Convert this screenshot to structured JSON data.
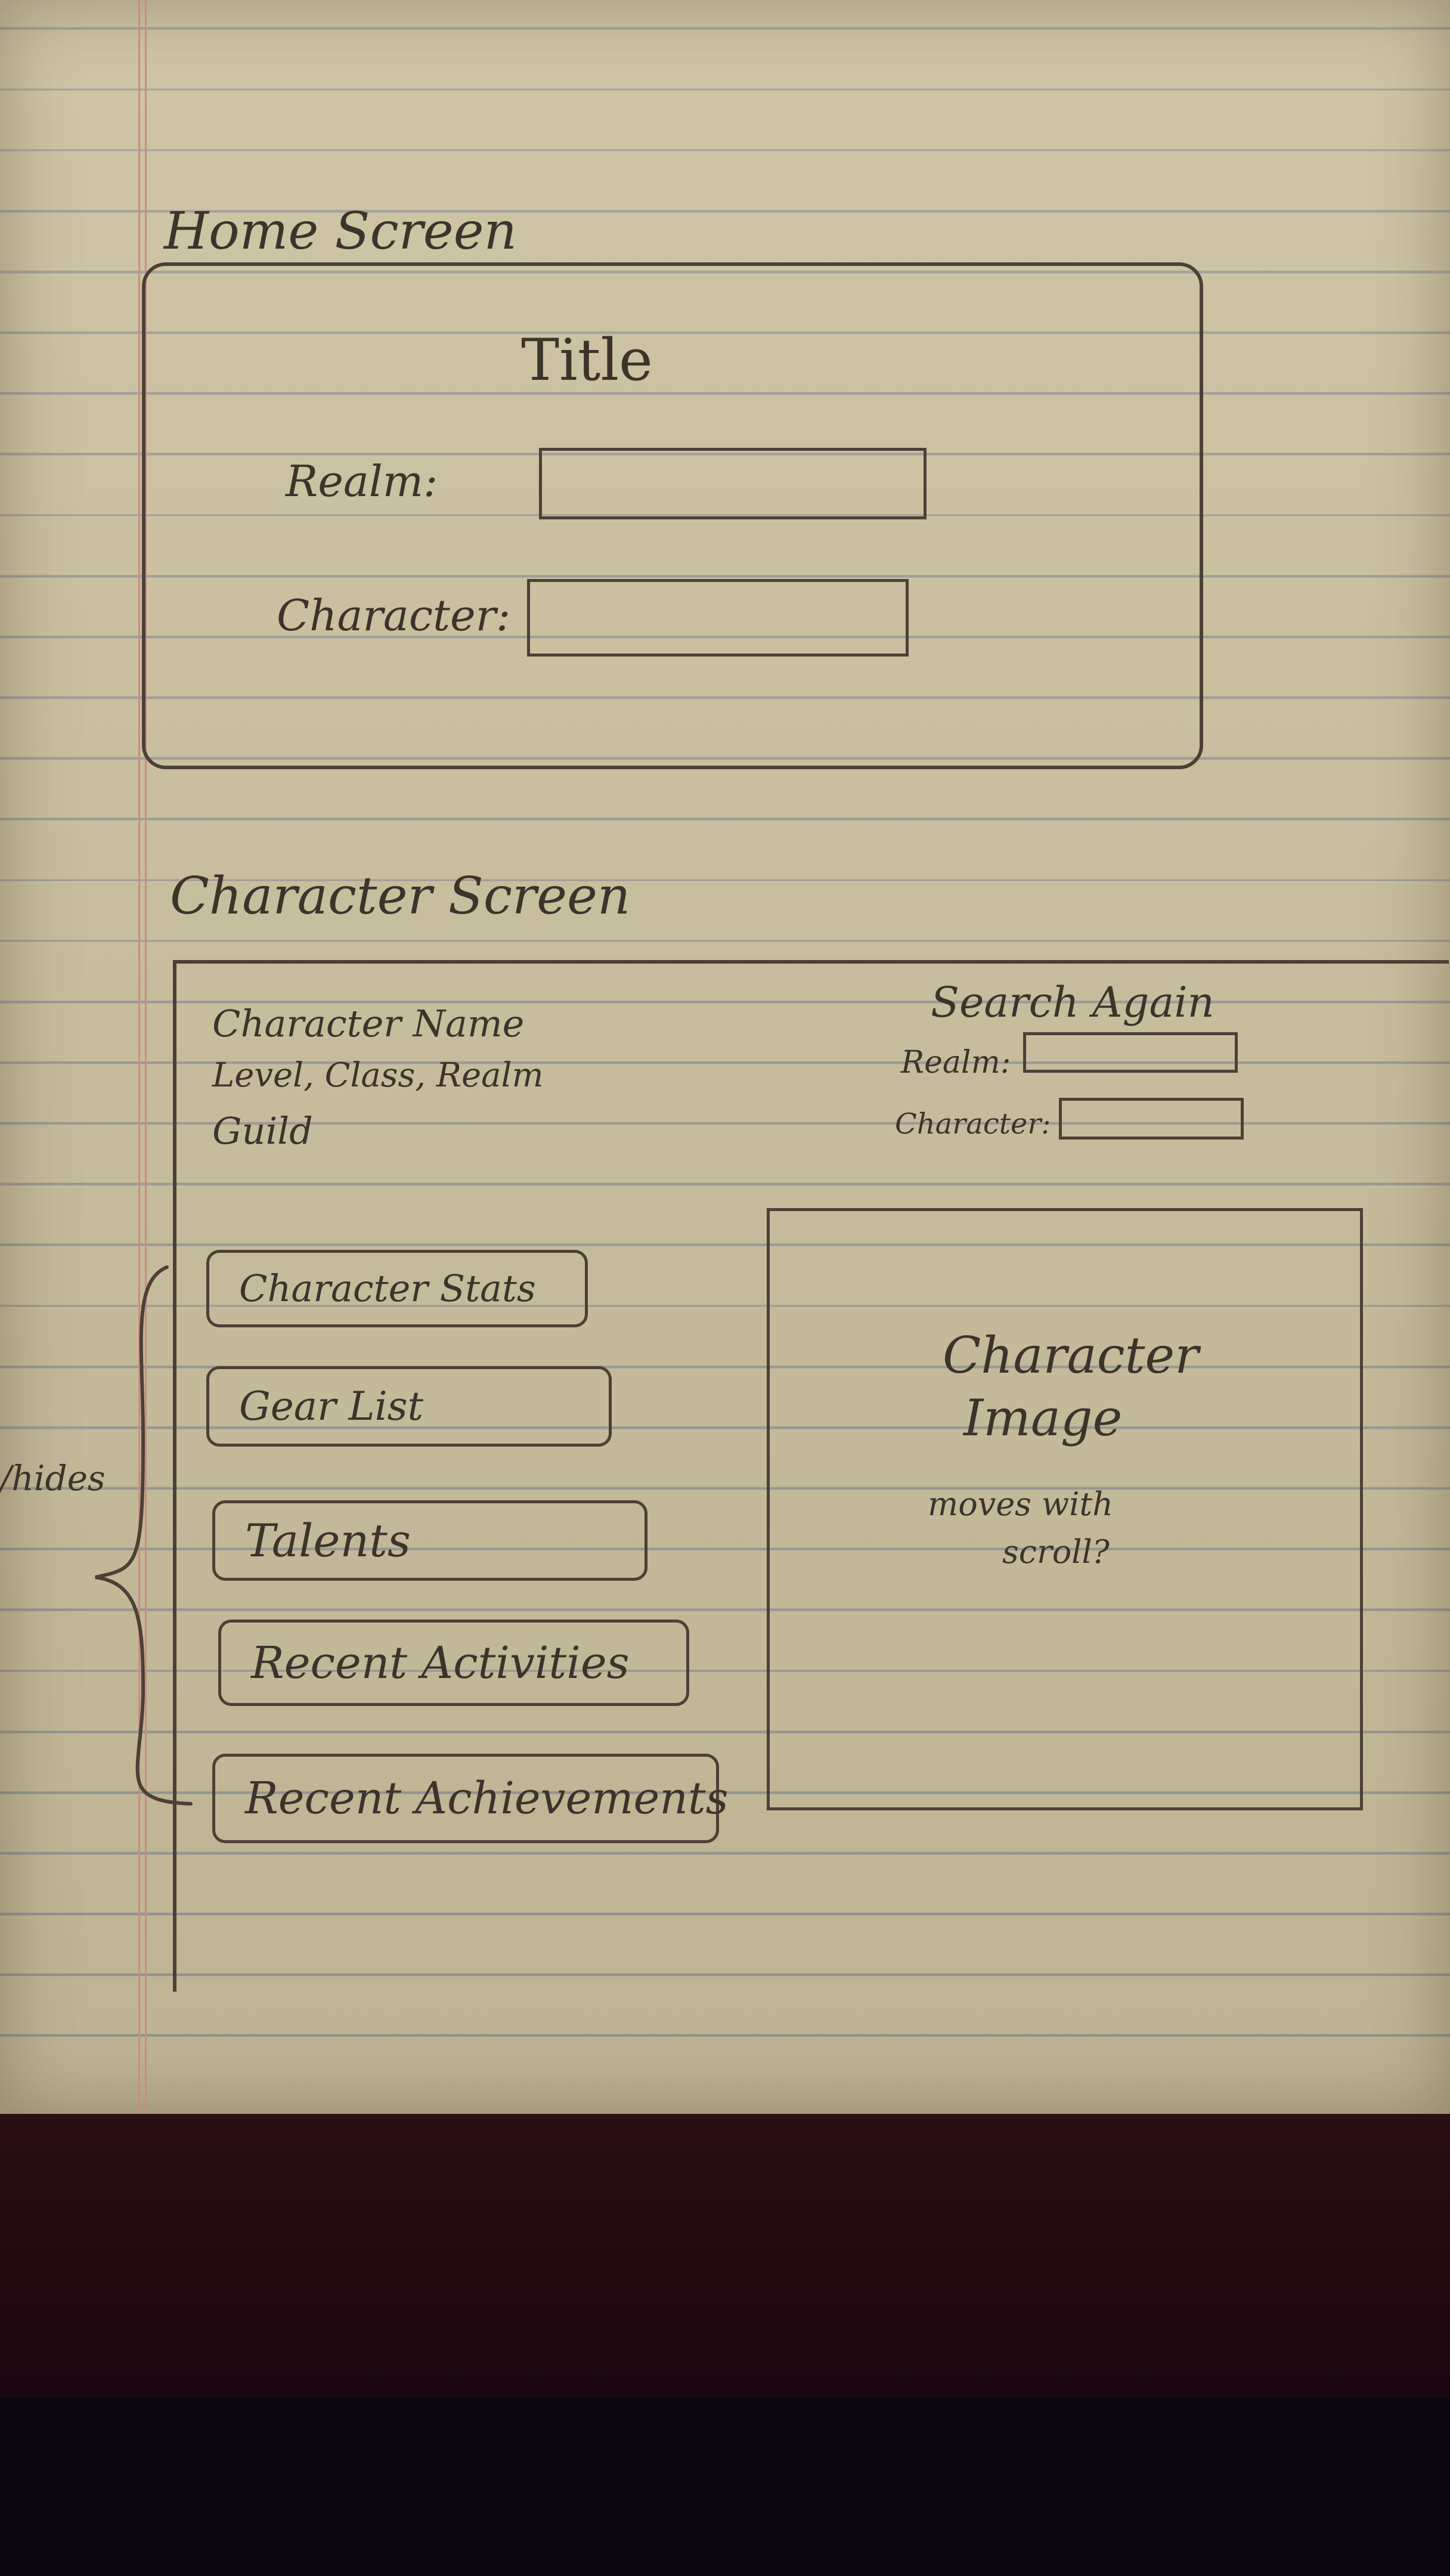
{
  "home_screen": {
    "heading": "Home Screen",
    "title": "Title",
    "realm_label": "Realm:",
    "character_label": "Character:"
  },
  "character_screen": {
    "heading": "Character Screen",
    "info": {
      "name": "Character Name",
      "level_class_realm": "Level, Class, Realm",
      "guild": "Guild"
    },
    "search_again": {
      "heading": "Search Again",
      "realm_label": "Realm:",
      "character_label": "Character:"
    },
    "sections": [
      {
        "label": "Character Stats"
      },
      {
        "label": "Gear List"
      },
      {
        "label": "Talents"
      },
      {
        "label": "Recent Activities"
      },
      {
        "label": "Recent Achievements"
      }
    ],
    "side_note": "/hides",
    "image_panel": {
      "title_line1": "Character",
      "title_line2": "Image",
      "note_line1": "moves with",
      "note_line2": "scroll?"
    }
  }
}
